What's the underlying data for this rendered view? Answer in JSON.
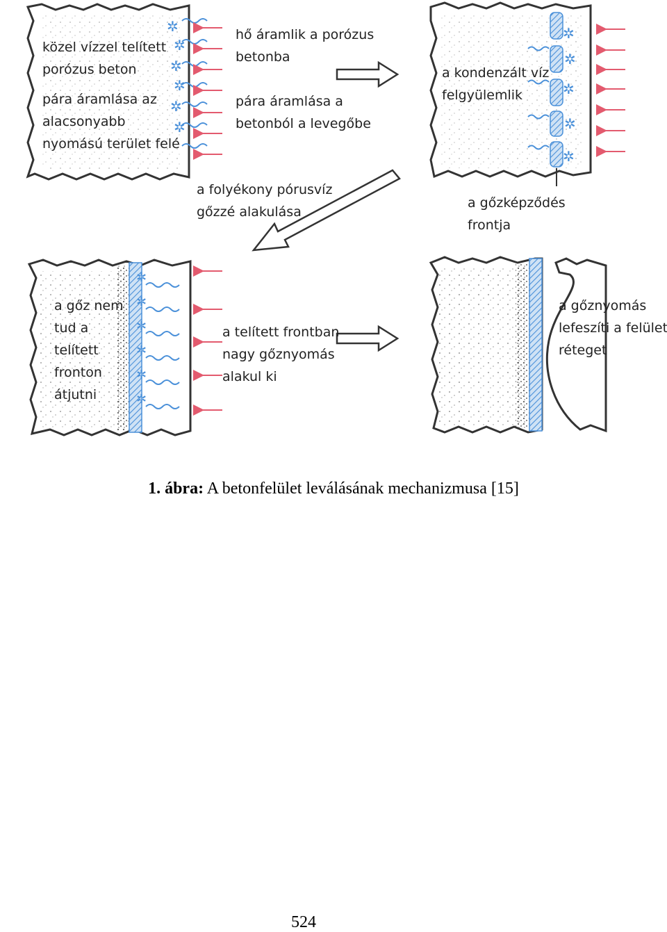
{
  "panels": {
    "p1": {
      "label_a": "közel vízzel telített\nporózus beton",
      "label_b": "pára áramlása az\nalacsonyabb\nnyomású terület felé"
    },
    "step1": "hő áramlik a porózus\nbetonba\n\npára áramlása a\nbetonból a levegőbe",
    "p2": {
      "label": "a kondenzált víz\nfelgyülemlik"
    },
    "step2": "a folyékony pórusvíz\ngőzzé alakulása",
    "front_label": "a gőzképződés\nfrontja",
    "p3": {
      "label": "a gőz nem\ntud a\ntelített\nfronton\nátjutni"
    },
    "step3": "a telített frontban\nnagy gőznyomás\nalakul ki",
    "p4": {
      "label": "a gőznyomás\nlefeszíti a felületi\nréteget"
    }
  },
  "caption": {
    "prefix": "1. ábra:",
    "text": " A betonfelület leválásának mechanizmusa [15]"
  },
  "page_number": "524",
  "colors": {
    "water_blue": "#4a90d9",
    "heat_arrow": "#e35a6e",
    "outline": "#333333"
  }
}
